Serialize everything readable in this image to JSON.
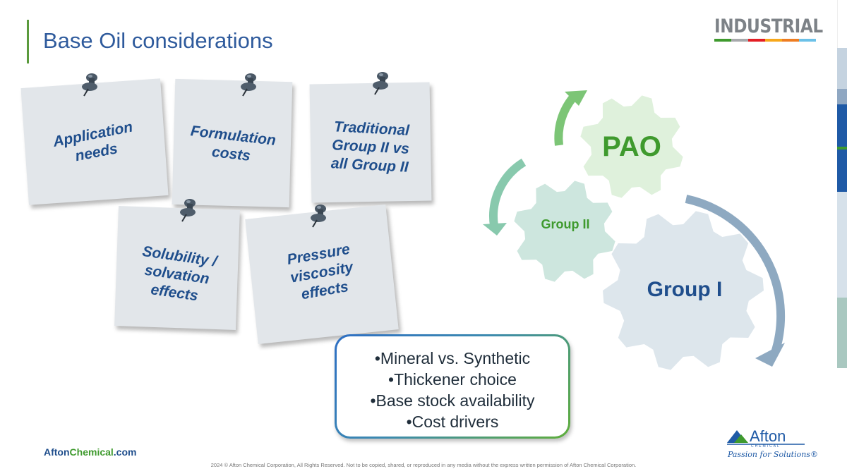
{
  "slide": {
    "title": "Base Oil considerations",
    "brand_label": "INDUSTRIAL",
    "brand_stripe_colors": [
      "#3f9a2e",
      "#a7a9ac",
      "#e31e24",
      "#f7a81b",
      "#ee7d22",
      "#6cc1e8"
    ]
  },
  "notes": [
    {
      "id": "application-needs",
      "lines": [
        "Application",
        "needs"
      ]
    },
    {
      "id": "formulation-costs",
      "lines": [
        "Formulation",
        "costs"
      ]
    },
    {
      "id": "traditional-group",
      "lines": [
        "Traditional",
        "Group II vs",
        "all Group II"
      ]
    },
    {
      "id": "solubility",
      "lines": [
        "Solubility /",
        "solvation",
        "effects"
      ]
    },
    {
      "id": "pressure-viscosity",
      "lines": [
        "Pressure",
        "viscosity",
        "effects"
      ]
    }
  ],
  "gears": [
    {
      "id": "pao",
      "label": "PAO",
      "color": "#dff1dc",
      "text_color": "#3f9a2e"
    },
    {
      "id": "group-ii",
      "label": "Group II",
      "color": "#cde6de",
      "text_color": "#3f9a2e"
    },
    {
      "id": "group-i",
      "label": "Group I",
      "color": "#dde6ec",
      "text_color": "#1f4e8c"
    }
  ],
  "callout": {
    "items": [
      "Mineral vs. Synthetic",
      "Thickener choice",
      "Base stock availability",
      "Cost drivers"
    ]
  },
  "footer": {
    "site_prefix": "Afton",
    "site_highlight": "Chemical",
    "site_suffix": ".com",
    "legal": "2024 © Afton Chemical Corporation, All Rights Reserved.  Not to be copied, shared, or reproduced in any media without the express written permission of Afton Chemical Corporation.",
    "logo_word": "Afton",
    "logo_sub": "CHEMICAL",
    "logo_tagline": "Passion for Solutions®"
  },
  "colors": {
    "title": "#2e5a9c",
    "note_text": "#1f4e8c",
    "accent_green": "#3f9a2e"
  }
}
